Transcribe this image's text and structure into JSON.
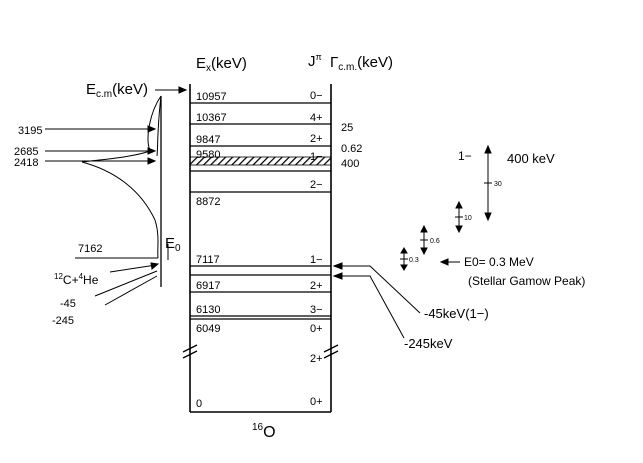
{
  "headers": {
    "ex": "Ex(keV)",
    "jpi": "Jπ",
    "gamma": "Γc.m.(keV)",
    "ecm": "Ec.m(keV)"
  },
  "levels": [
    {
      "energy": "10957",
      "jpi": "0−",
      "width": ""
    },
    {
      "energy": "10367",
      "jpi": "4+",
      "width": "25"
    },
    {
      "energy": "9847",
      "jpi": "2+",
      "width": "0.62"
    },
    {
      "energy": "9580",
      "jpi": "1−",
      "width": "400"
    },
    {
      "energy": "8872",
      "jpi": "2−",
      "width": ""
    },
    {
      "energy": "7117",
      "jpi": "1−",
      "width": ""
    },
    {
      "energy": "6917",
      "jpi": "2+",
      "width": ""
    },
    {
      "energy": "6130",
      "jpi": "3−",
      "width": ""
    },
    {
      "energy": "6049",
      "jpi": "0+",
      "width": ""
    },
    {
      "energy": "",
      "jpi": "2+",
      "width": ""
    },
    {
      "energy": "0",
      "jpi": "0+",
      "width": ""
    }
  ],
  "nucleus": "16O",
  "threshold": {
    "energy": "7162",
    "label": "12C+4He",
    "e0_label": "E0"
  },
  "ecm_values": [
    "3195",
    "2685",
    "2418",
    "-45",
    "-245"
  ],
  "annotations": {
    "subthreshold_1": "-45keV(1−)",
    "subthreshold_2": "-245keV",
    "gamow_e0": "E0= 0.3 MeV",
    "gamow_peak": "(Stellar Gamow Peak)",
    "res_label": "1−",
    "res_width": "400 keV",
    "arrow_30": "30",
    "arrow_10": "10",
    "arrow_06": "0.6",
    "arrow_03": "0.3"
  }
}
